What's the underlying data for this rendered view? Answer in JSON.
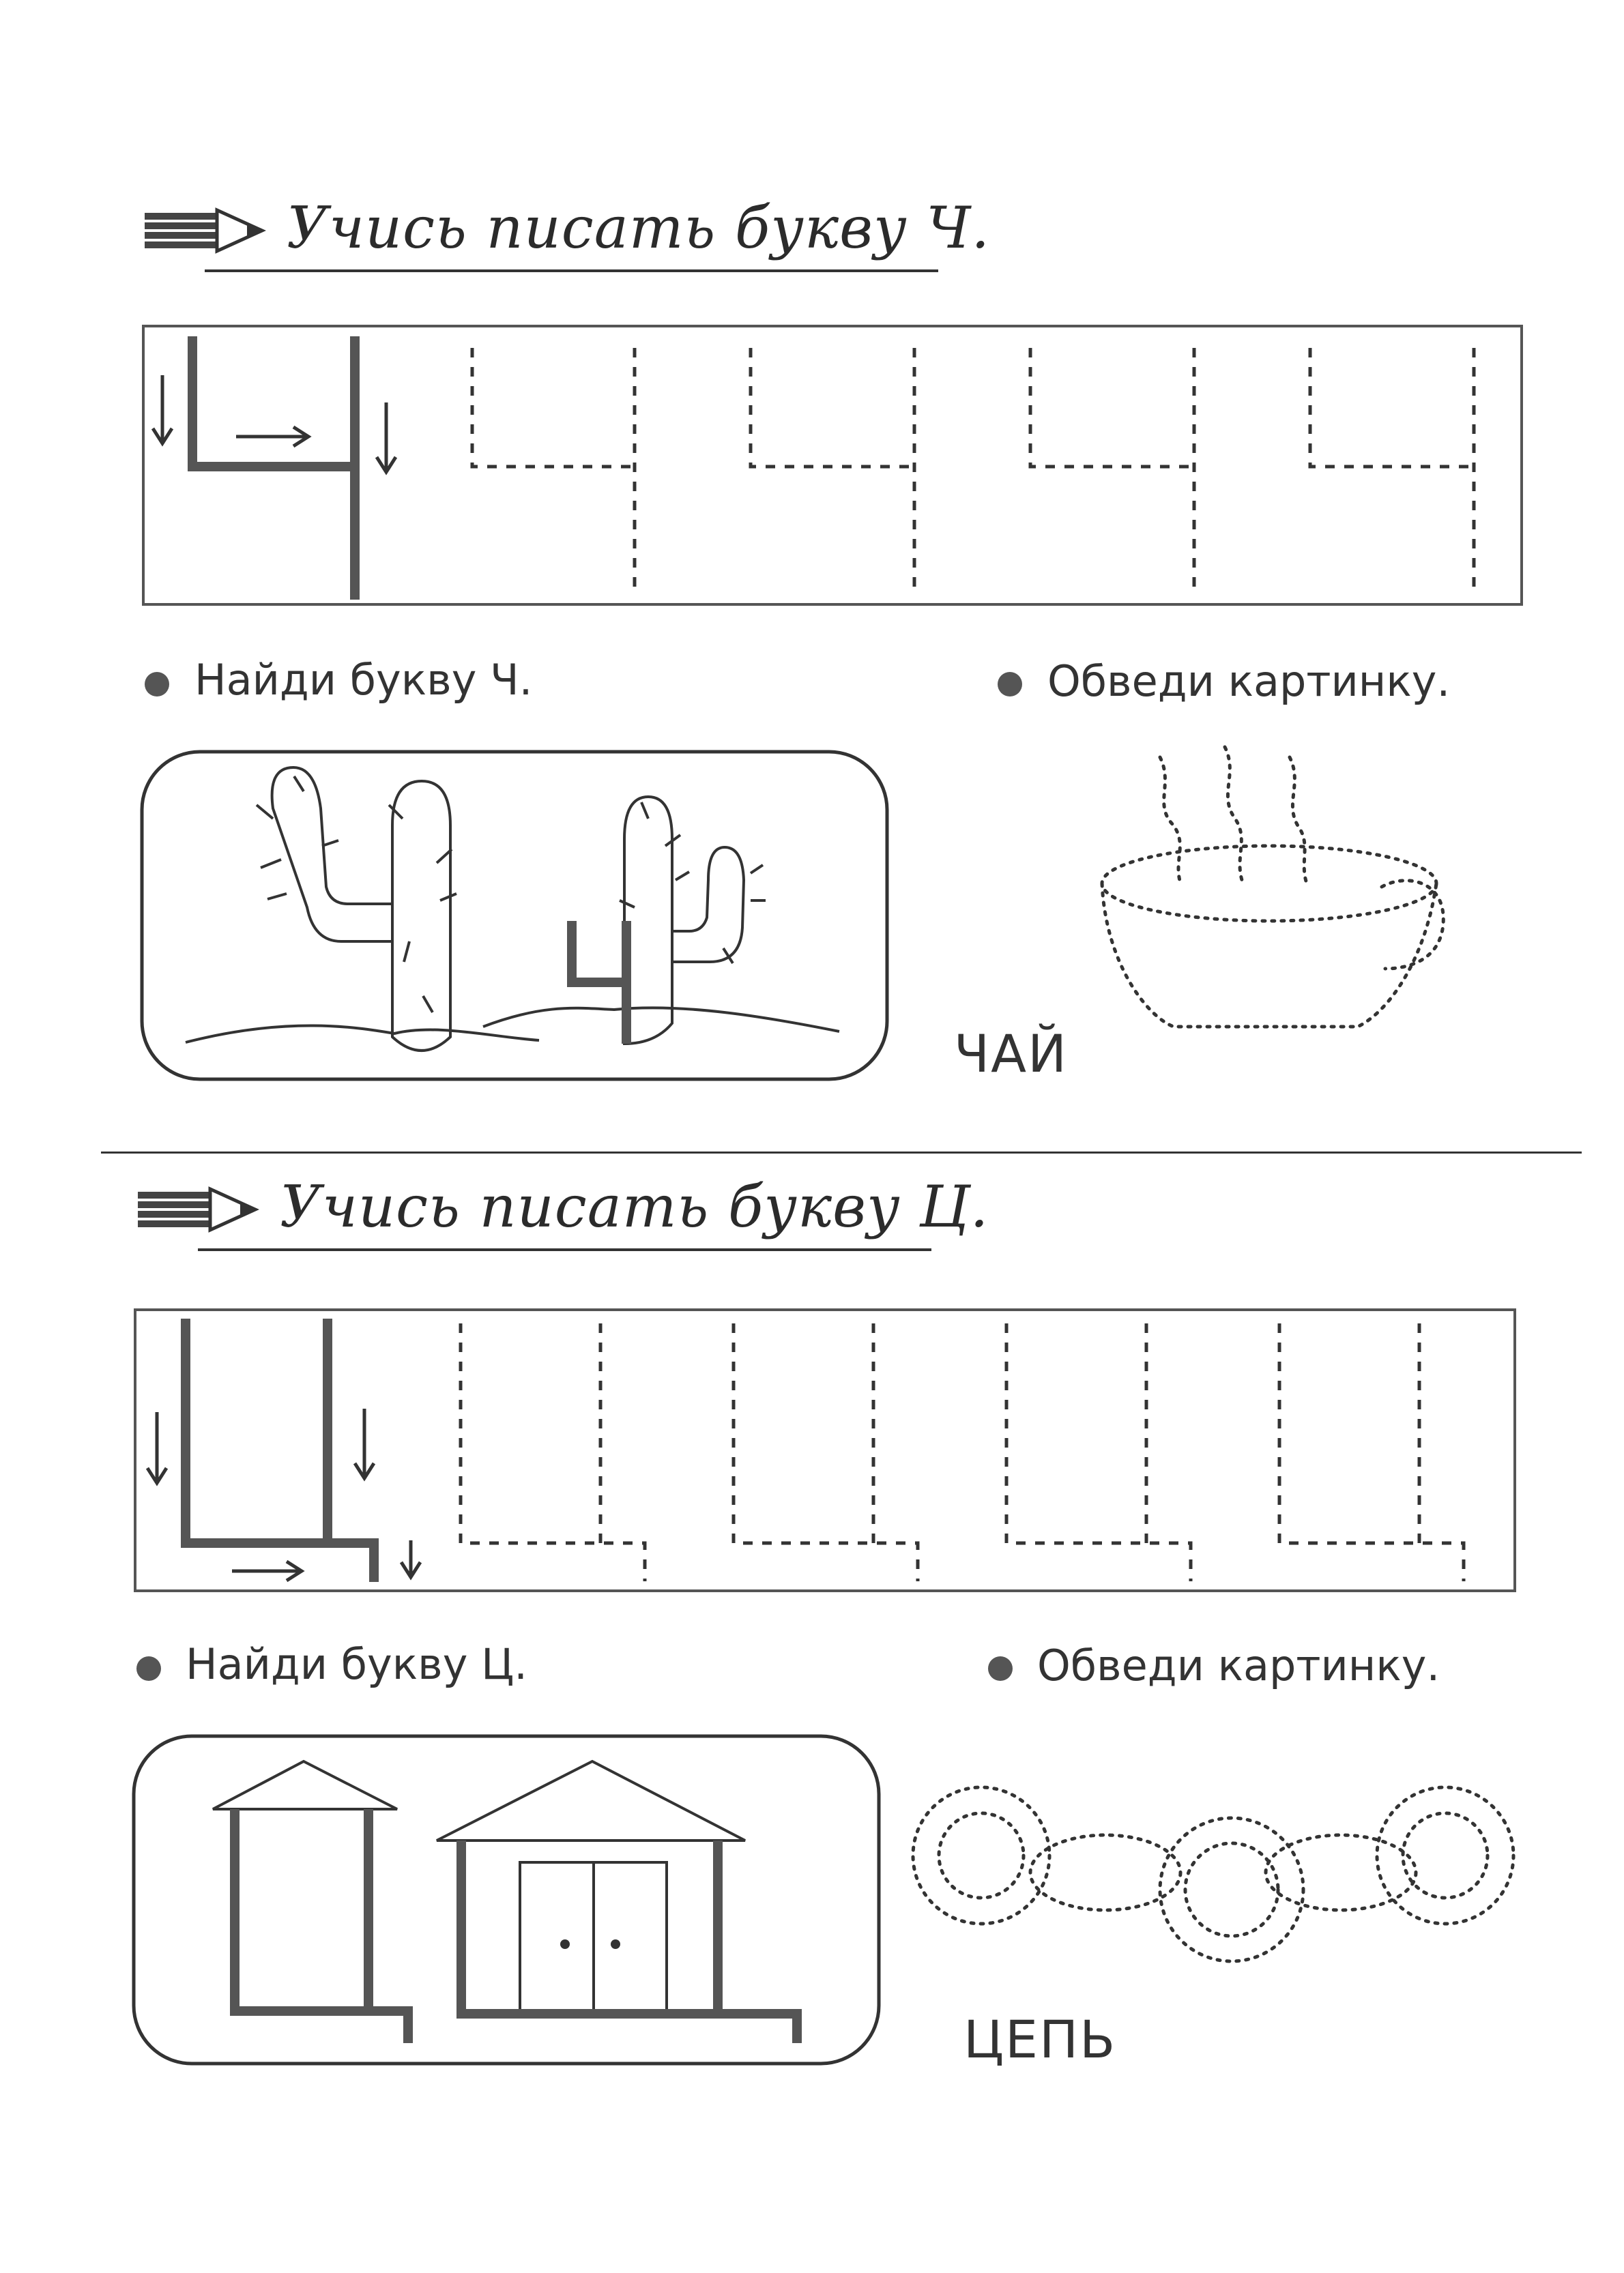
{
  "section_che": {
    "title": "Учись писать букву Ч.",
    "find_instruction": "Найди букву Ч.",
    "trace_instruction": "Обведи картинку.",
    "picture_word": "ЧАЙ",
    "find_picture_icon": "cactus-icon",
    "trace_picture_icon": "teacup-icon"
  },
  "section_tse": {
    "title": "Учись писать букву Ц.",
    "find_instruction": "Найди букву Ц.",
    "trace_instruction": "Обведи картинку.",
    "picture_word": "ЦЕПЬ",
    "find_picture_icon": "house-icon",
    "trace_picture_icon": "chain-icon"
  },
  "colors": {
    "ink": "#333333",
    "stroke": "#555555"
  }
}
